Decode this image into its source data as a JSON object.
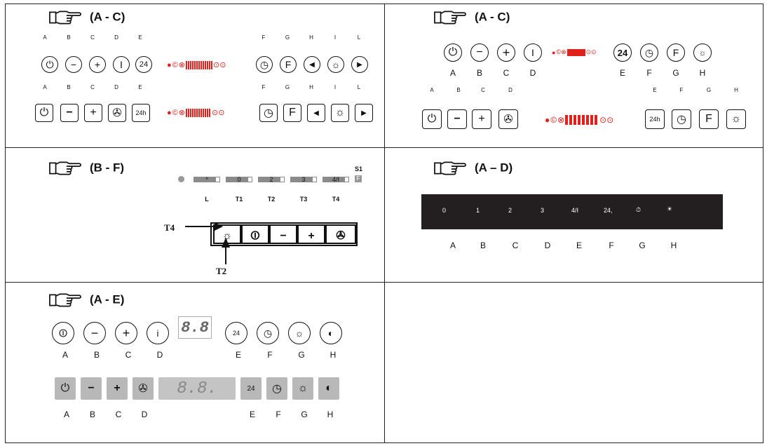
{
  "panels": [
    {
      "ref": "(A - C)"
    },
    {
      "ref": "(A - C)"
    },
    {
      "ref": "(B - F)"
    },
    {
      "ref": "(A – D)"
    },
    {
      "ref": "(A - E)"
    }
  ],
  "p1": {
    "row1_left": [
      "A",
      "B",
      "C",
      "D",
      "E"
    ],
    "row1_right": [
      "F",
      "G",
      "H",
      "I",
      "L"
    ],
    "row2_left": [
      "A",
      "B",
      "C",
      "D",
      "E"
    ],
    "row2_right": [
      "F",
      "G",
      "H",
      "I",
      "L"
    ],
    "btn_24": "24",
    "btn_24h": "24h",
    "btn_F": "F"
  },
  "p2": {
    "top_labels": [
      "A",
      "B",
      "C",
      "D",
      "E",
      "F",
      "G",
      "H"
    ],
    "bottom_left": [
      "A",
      "B",
      "C",
      "D"
    ],
    "bottom_right": [
      "E",
      "F",
      "G",
      "H"
    ],
    "btn_24": "24",
    "btn_24h": "24h",
    "btn_F": "F"
  },
  "p3": {
    "indicators": [
      "*",
      "0",
      "2",
      "3",
      "4/I"
    ],
    "indicator_labels": [
      "L",
      "T1",
      "T2",
      "T3",
      "T4"
    ],
    "s1": "S1",
    "s1_box": "F",
    "t4": "T4",
    "t2": "T2"
  },
  "p4": {
    "bar_items": [
      "0",
      "1",
      "2",
      "3",
      "4/I",
      "24,",
      "⏱",
      "☀"
    ],
    "labels": [
      "A",
      "B",
      "C",
      "D",
      "E",
      "F",
      "G",
      "H"
    ]
  },
  "p5": {
    "top_labels": [
      "A",
      "B",
      "C",
      "D",
      "E",
      "F",
      "G",
      "H"
    ],
    "bottom_labels": [
      "A",
      "B",
      "C",
      "D",
      "E",
      "F",
      "G",
      "H"
    ],
    "display_top": "8.8",
    "display_bottom": "8.8.",
    "btn_24": "24"
  },
  "colors": {
    "accent_red": "#e0201a",
    "bar": "#231f20",
    "grey_btn": "#b8b8b8"
  }
}
